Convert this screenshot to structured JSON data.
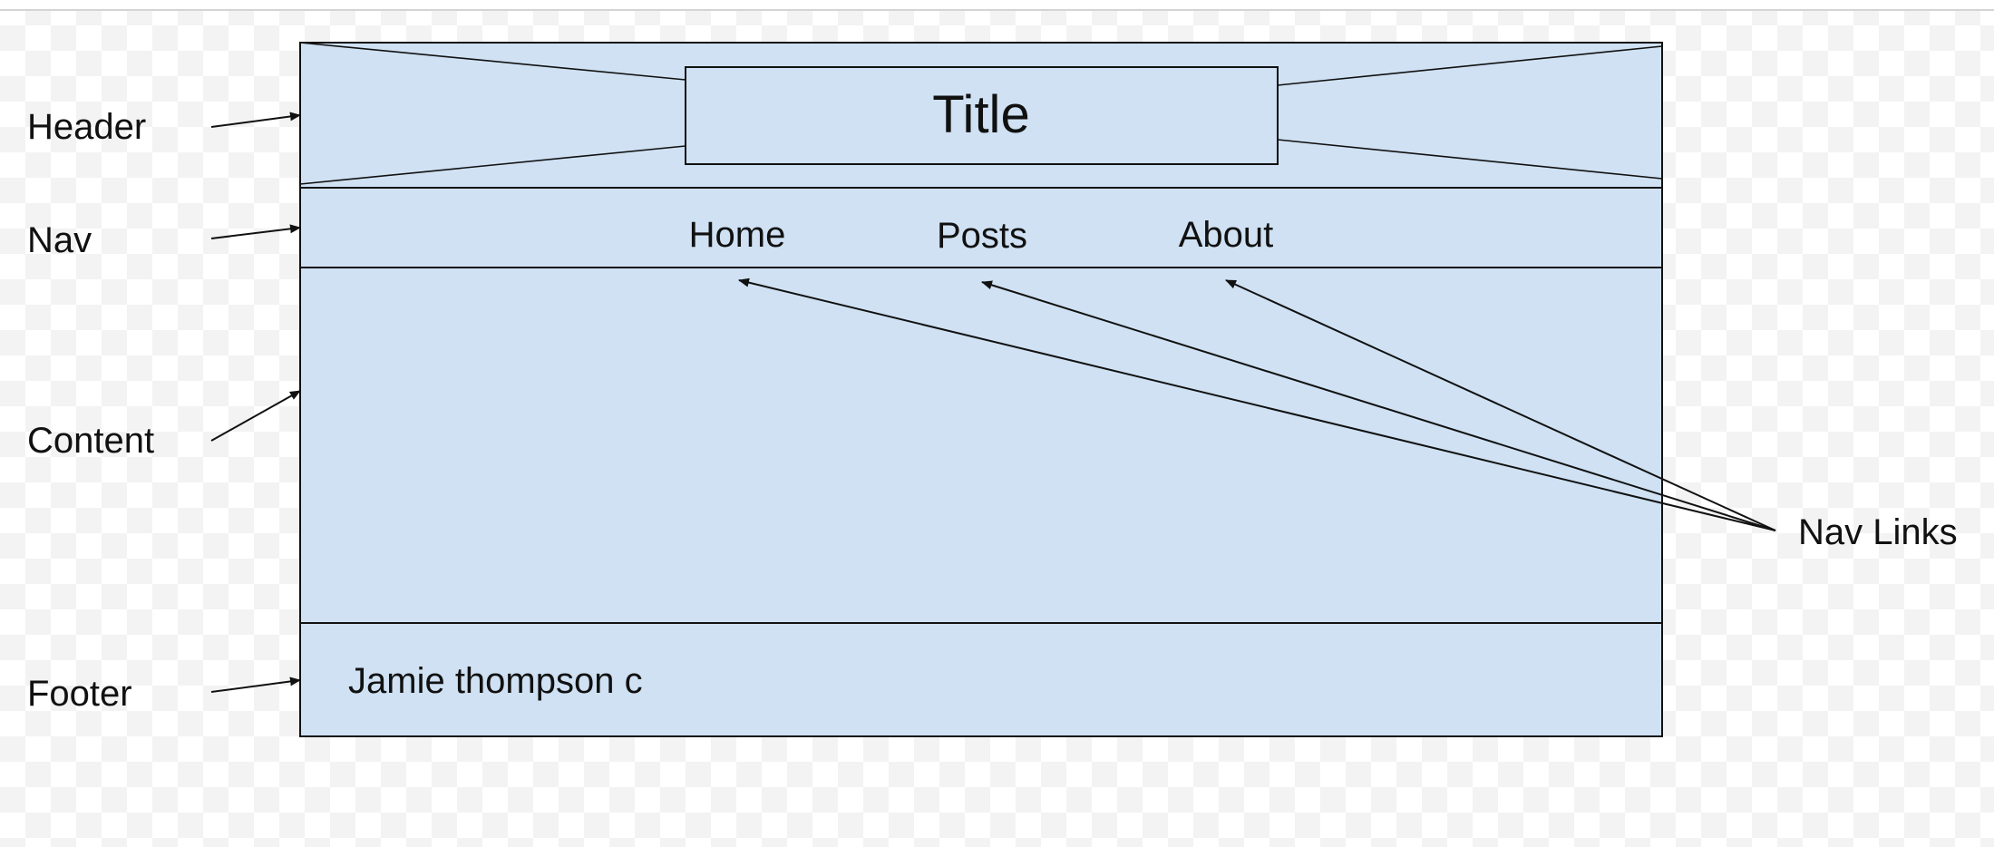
{
  "header": {
    "title": "Title",
    "label": "Header"
  },
  "nav": {
    "label": "Nav",
    "links": [
      "Home",
      "Posts",
      "About"
    ]
  },
  "content": {
    "label": "Content"
  },
  "footer": {
    "label": "Footer",
    "text": "Jamie thompson c"
  },
  "callout": {
    "nav_links_label": "Nav Links"
  },
  "colors": {
    "panel_fill": "#cfe1f3",
    "stroke": "#111111",
    "canvas": "#ffffff"
  }
}
